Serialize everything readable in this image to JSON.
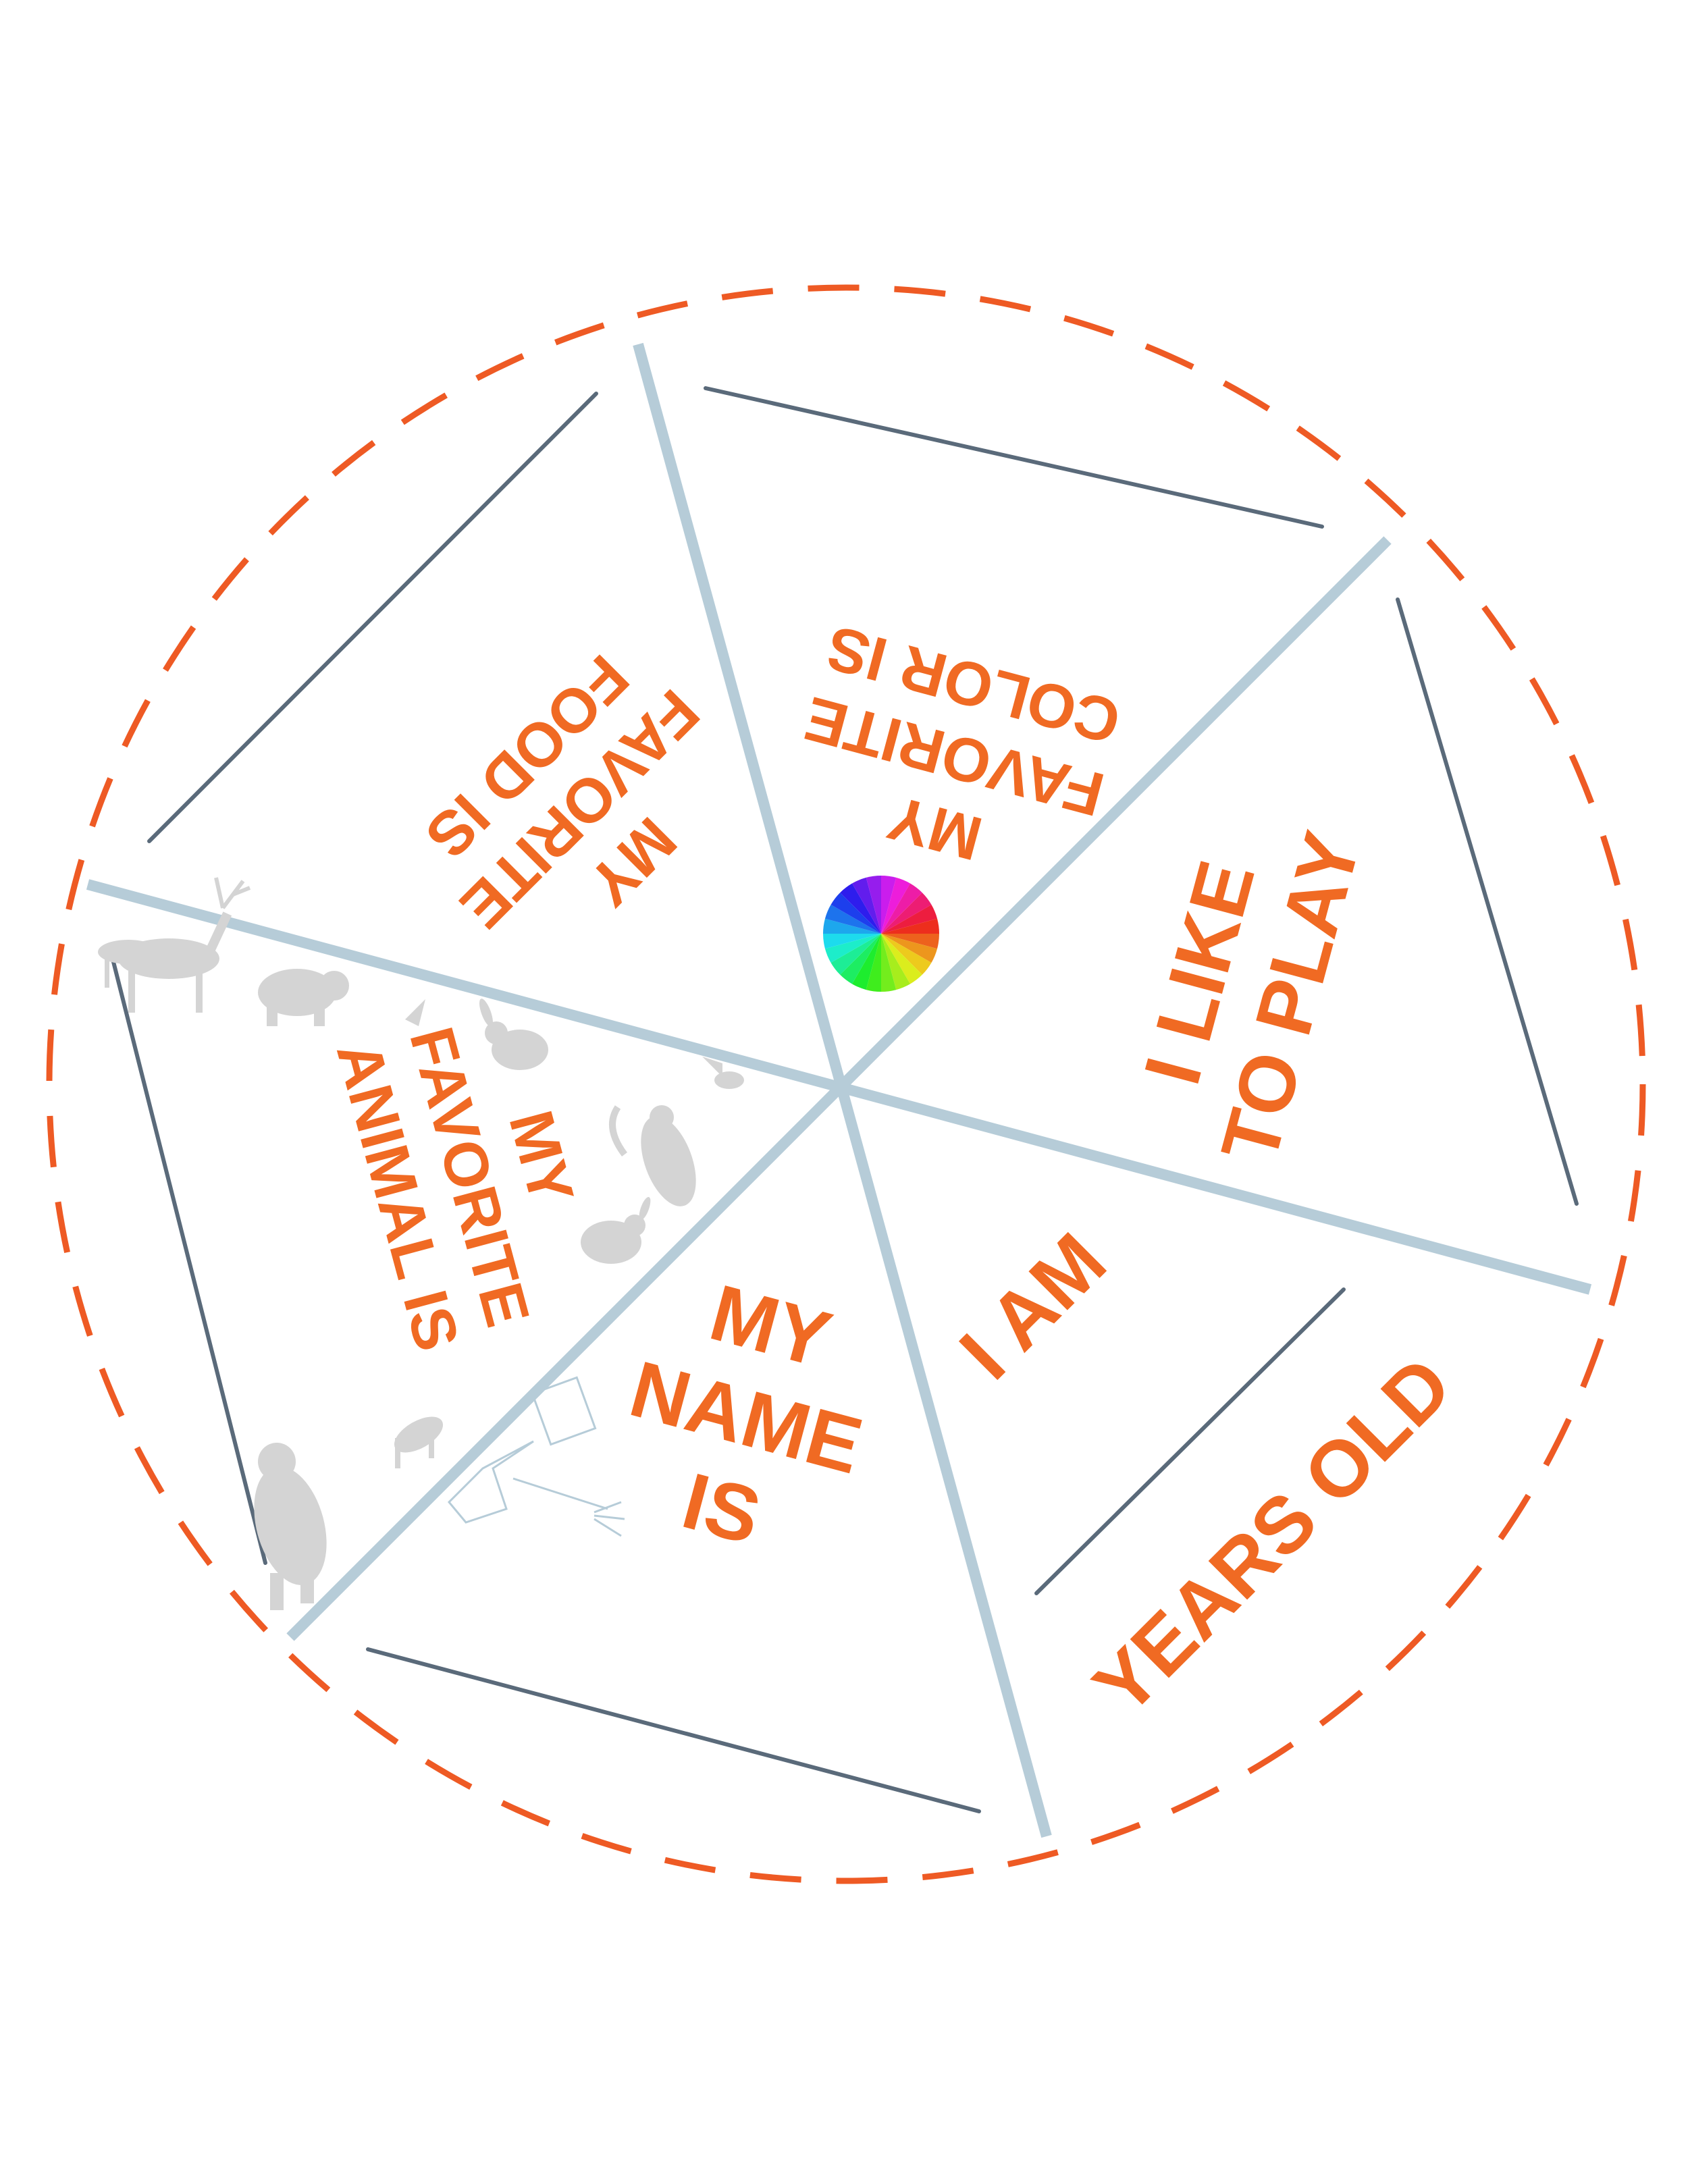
{
  "colors": {
    "accent_orange": "#f06a23",
    "cut_line": "#ee5a24",
    "divider": "#b6ccd8",
    "write_line": "#5a6a7a",
    "silhouette": "#d4d4d4",
    "sketch": "#b6ccd8"
  },
  "segments": {
    "name": {
      "line1": "MY",
      "line2": "NAME",
      "line3": "IS"
    },
    "age": {
      "prompt": "I AM",
      "suffix": "YEARS OLD"
    },
    "play": {
      "line1": "I LIKE",
      "line2": "TO PLAY"
    },
    "color": {
      "line1": "MY",
      "line2": "FAVORITE",
      "line3": "COLOR IS",
      "icon": "color-wheel-icon"
    },
    "food": {
      "line1": "MY",
      "line2": "FAVORITE",
      "line3": "FOOD IS"
    },
    "animal": {
      "line1": "MY",
      "line2": "FAVORITE",
      "line3": "ANIMAL IS",
      "icons": [
        "deer-icon",
        "bear-icon",
        "rabbit-icon",
        "bird-icon",
        "cat-icon",
        "fox-icon"
      ]
    }
  },
  "decor": {
    "name_icon": "stick-figure-icon"
  }
}
